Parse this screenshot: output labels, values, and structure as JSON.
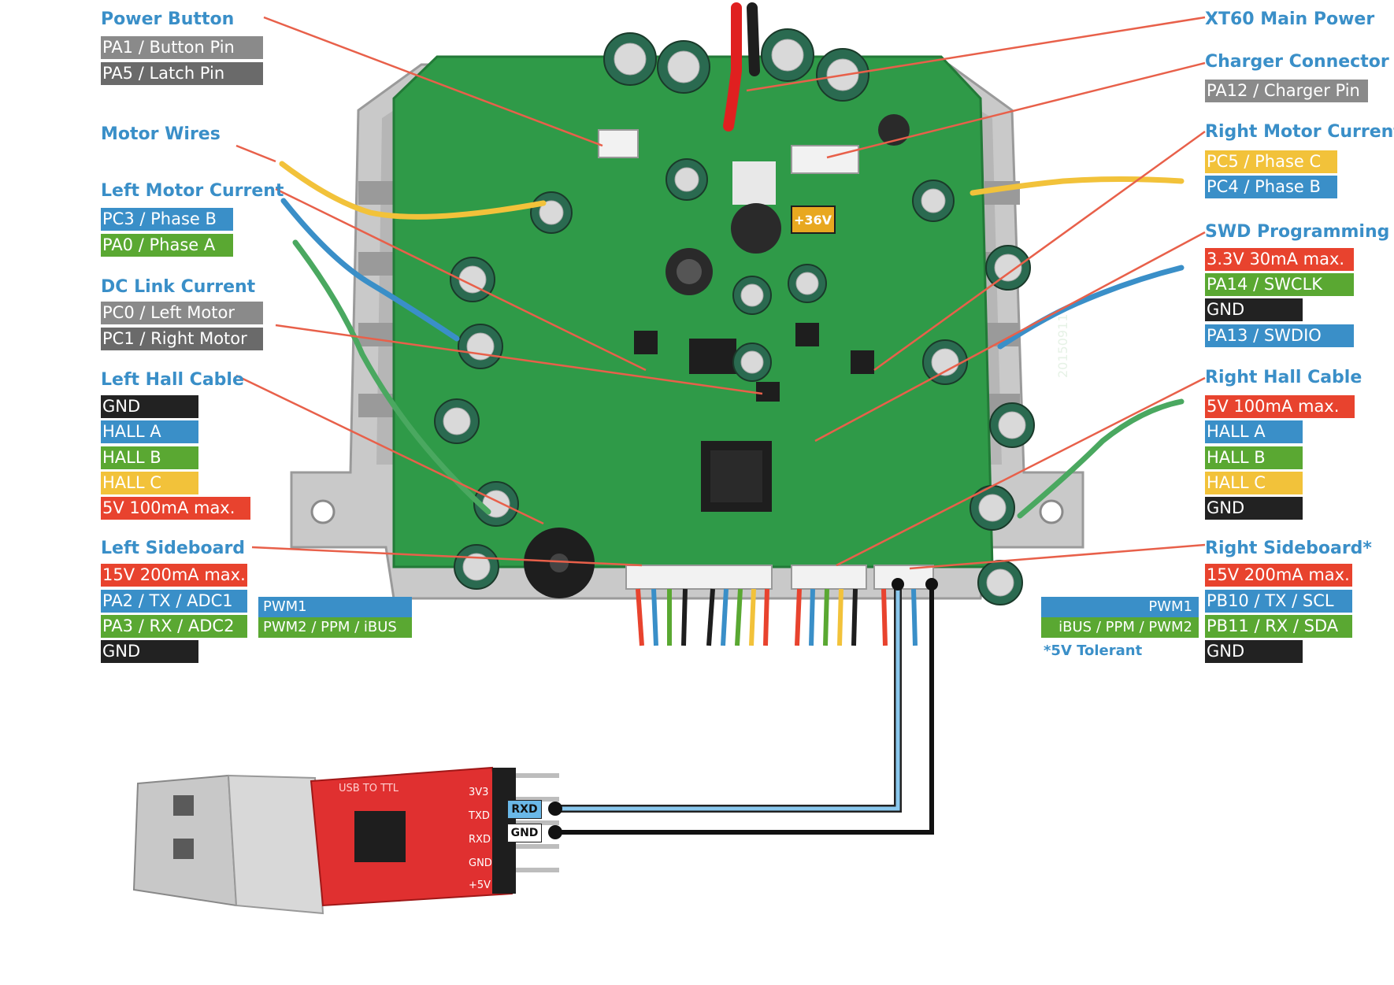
{
  "colors": {
    "title": "#3a8fc8",
    "gray": "#8a8a8a",
    "dark_gray": "#6a6a6a",
    "blue": "#3a8fc8",
    "green": "#5aa832",
    "yellow": "#f2c23a",
    "red": "#e8432e",
    "black": "#222222",
    "pcb": "#2f9a48",
    "leader": "#e8604a",
    "usb_board": "#e03030"
  },
  "left": {
    "power_button": {
      "title": "Power Button",
      "pins": [
        {
          "label": "PA1 / Button Pin",
          "color": "gray"
        },
        {
          "label": "PA5 / Latch Pin",
          "color": "dark_gray"
        }
      ]
    },
    "motor_wires": {
      "title": "Motor Wires"
    },
    "left_motor_current": {
      "title": "Left Motor Current",
      "pins": [
        {
          "label": "PC3 / Phase B",
          "color": "blue"
        },
        {
          "label": "PA0 / Phase A",
          "color": "green"
        }
      ]
    },
    "dc_link_current": {
      "title": "DC Link Current",
      "pins": [
        {
          "label": "PC0 / Left Motor",
          "color": "gray"
        },
        {
          "label": "PC1 / Right Motor",
          "color": "dark_gray"
        }
      ]
    },
    "left_hall_cable": {
      "title": "Left Hall Cable",
      "pins": [
        {
          "label": "GND",
          "color": "black"
        },
        {
          "label": "HALL A",
          "color": "blue"
        },
        {
          "label": "HALL B",
          "color": "green"
        },
        {
          "label": "HALL C",
          "color": "yellow"
        },
        {
          "label": "5V 100mA max.",
          "color": "red"
        }
      ]
    },
    "left_sideboard": {
      "title": "Left Sideboard",
      "pins": [
        {
          "label": "15V 200mA max.",
          "color": "red"
        },
        {
          "label": "PA2 / TX / ADC1",
          "color": "blue"
        },
        {
          "label": "PA3 / RX / ADC2",
          "color": "green"
        },
        {
          "label": "GND",
          "color": "black"
        }
      ],
      "ext1": "PWM1",
      "ext2": "PWM2 / PPM / iBUS"
    }
  },
  "right": {
    "xt60": {
      "title": "XT60 Main Power"
    },
    "charger_connector": {
      "title": "Charger Connector",
      "pins": [
        {
          "label": "PA12 / Charger Pin",
          "color": "gray"
        }
      ]
    },
    "right_motor_current": {
      "title": "Right Motor Current",
      "pins": [
        {
          "label": "PC5 / Phase C",
          "color": "yellow"
        },
        {
          "label": "PC4 / Phase B",
          "color": "blue"
        }
      ]
    },
    "swd_programming": {
      "title": "SWD Programming",
      "pins": [
        {
          "label": "3.3V 30mA max.",
          "color": "red"
        },
        {
          "label": "PA14 / SWCLK",
          "color": "green"
        },
        {
          "label": "GND",
          "color": "black"
        },
        {
          "label": "PA13 / SWDIO",
          "color": "blue"
        }
      ]
    },
    "right_hall_cable": {
      "title": "Right Hall Cable",
      "pins": [
        {
          "label": "5V 100mA max.",
          "color": "red"
        },
        {
          "label": "HALL A",
          "color": "blue"
        },
        {
          "label": "HALL B",
          "color": "green"
        },
        {
          "label": "HALL C",
          "color": "yellow"
        },
        {
          "label": "GND",
          "color": "black"
        }
      ]
    },
    "right_sideboard": {
      "title": "Right Sideboard*",
      "pins": [
        {
          "label": "15V 200mA max.",
          "color": "red"
        },
        {
          "label": "PB10 / TX / SCL",
          "color": "blue"
        },
        {
          "label": "PB11 / RX / SDA",
          "color": "green"
        },
        {
          "label": "GND",
          "color": "black"
        }
      ],
      "ext1": "PWM1",
      "ext2": "iBUS / PPM / PWM2",
      "note": "*5V Tolerant"
    }
  },
  "board": {
    "voltage_tag": "+36V",
    "date_code": "20150911",
    "usb_silkscreen": "USB TO TTL",
    "usb_pins": [
      "3V3",
      "TXD",
      "RXD",
      "GND",
      "+5V"
    ]
  },
  "usb_tags": {
    "rxd": "RXD",
    "gnd": "GND"
  }
}
